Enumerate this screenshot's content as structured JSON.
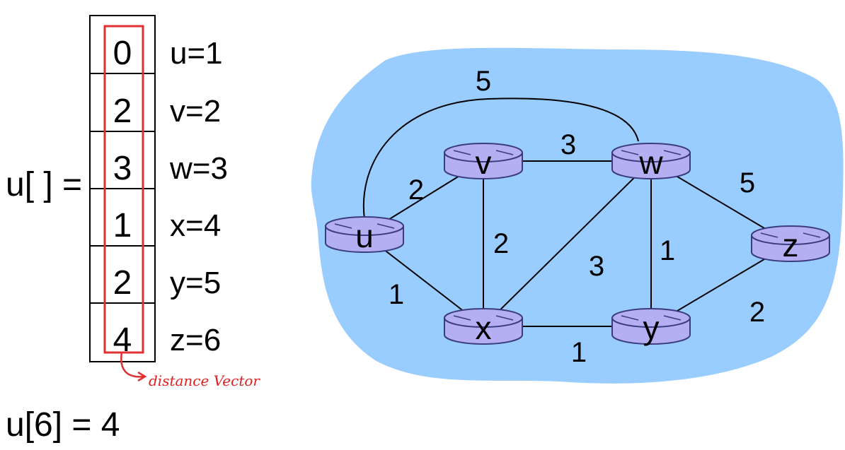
{
  "vector": {
    "label": "u[ ] =",
    "cells": [
      "0",
      "2",
      "3",
      "1",
      "2",
      "4"
    ],
    "index_labels": [
      "u=1",
      "v=2",
      "w=3",
      "x=4",
      "y=5",
      "z=6"
    ],
    "annotation": "distance Vector",
    "footer": "u[6] = 4"
  },
  "graph": {
    "nodes": [
      "u",
      "v",
      "w",
      "x",
      "y",
      "z"
    ],
    "edges": [
      {
        "from": "u",
        "to": "v",
        "weight": "2"
      },
      {
        "from": "u",
        "to": "x",
        "weight": "1"
      },
      {
        "from": "u",
        "to": "w",
        "weight": "5"
      },
      {
        "from": "v",
        "to": "w",
        "weight": "3"
      },
      {
        "from": "v",
        "to": "x",
        "weight": "2"
      },
      {
        "from": "x",
        "to": "w",
        "weight": "3"
      },
      {
        "from": "x",
        "to": "y",
        "weight": "1"
      },
      {
        "from": "w",
        "to": "y",
        "weight": "1"
      },
      {
        "from": "w",
        "to": "z",
        "weight": "5"
      },
      {
        "from": "y",
        "to": "z",
        "weight": "2"
      }
    ]
  },
  "colors": {
    "cloud": "#99ccff",
    "router_fill": "#b3aff2",
    "router_stroke": "#3b3b80",
    "highlight": "#e03030"
  }
}
